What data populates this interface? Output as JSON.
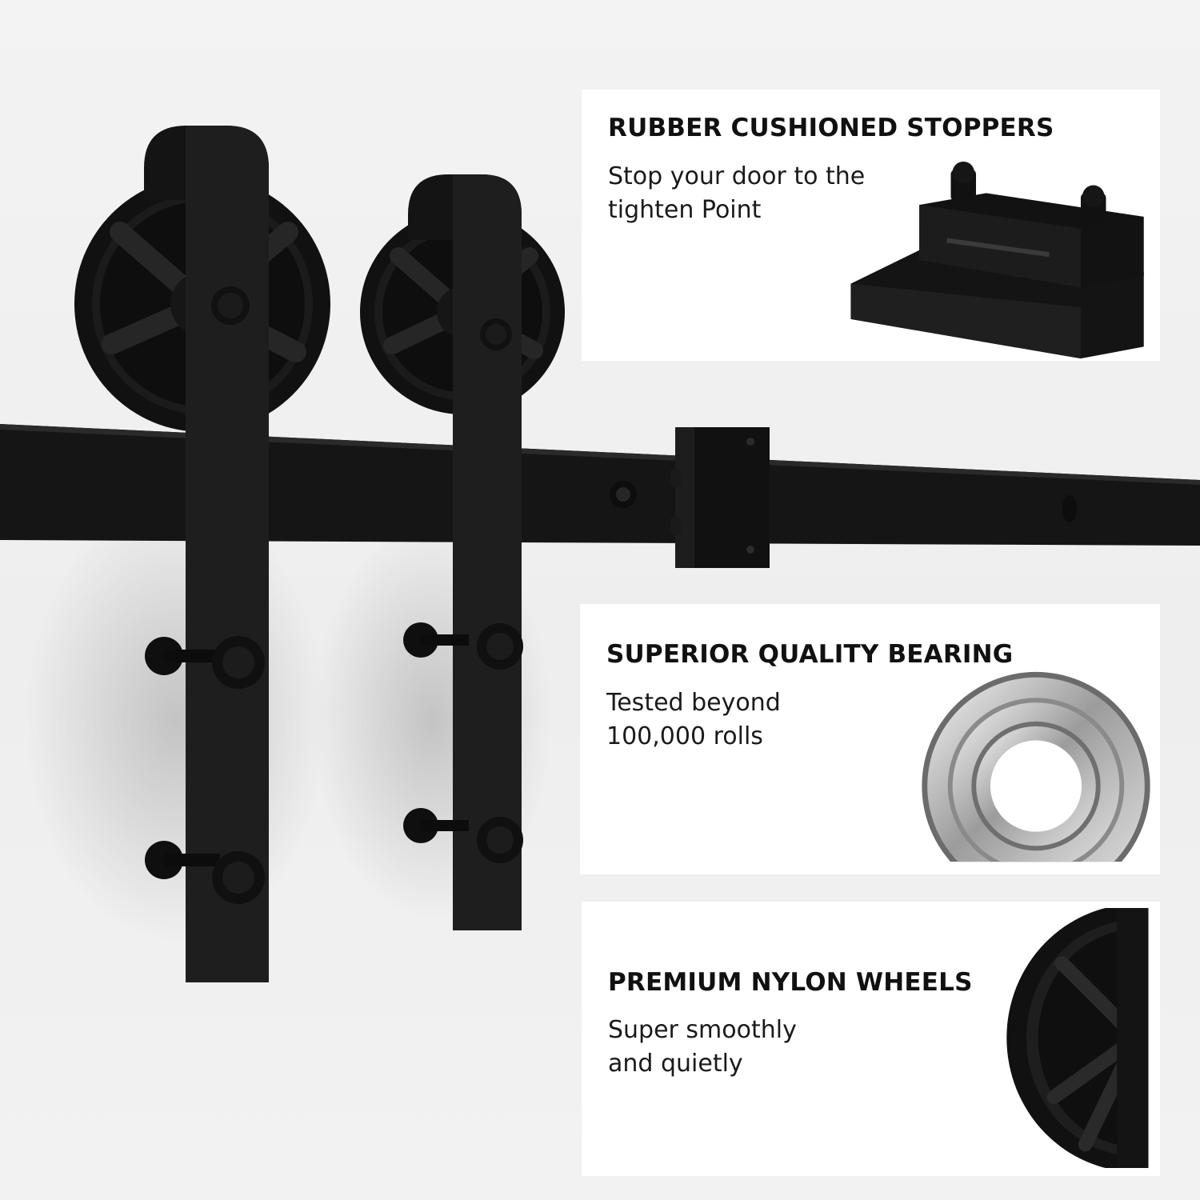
{
  "colors": {
    "hardware": "#111111",
    "background": "#f1f1f1",
    "panel": "#ffffff",
    "bearing_steel": "#c9c9c9"
  },
  "features": [
    {
      "title": "RUBBER CUSHIONED STOPPERS",
      "lines": [
        "Stop your door to the",
        "tighten Point"
      ],
      "icon": "stopper-icon"
    },
    {
      "title": "SUPERIOR QUALITY BEARING",
      "lines": [
        "Tested beyond",
        "100,000 rolls"
      ],
      "icon": "bearing-icon"
    },
    {
      "title": "PREMIUM NYLON WHEELS",
      "lines": [
        "Super smoothly",
        "and quietly"
      ],
      "icon": "nylon-wheel-icon"
    }
  ]
}
